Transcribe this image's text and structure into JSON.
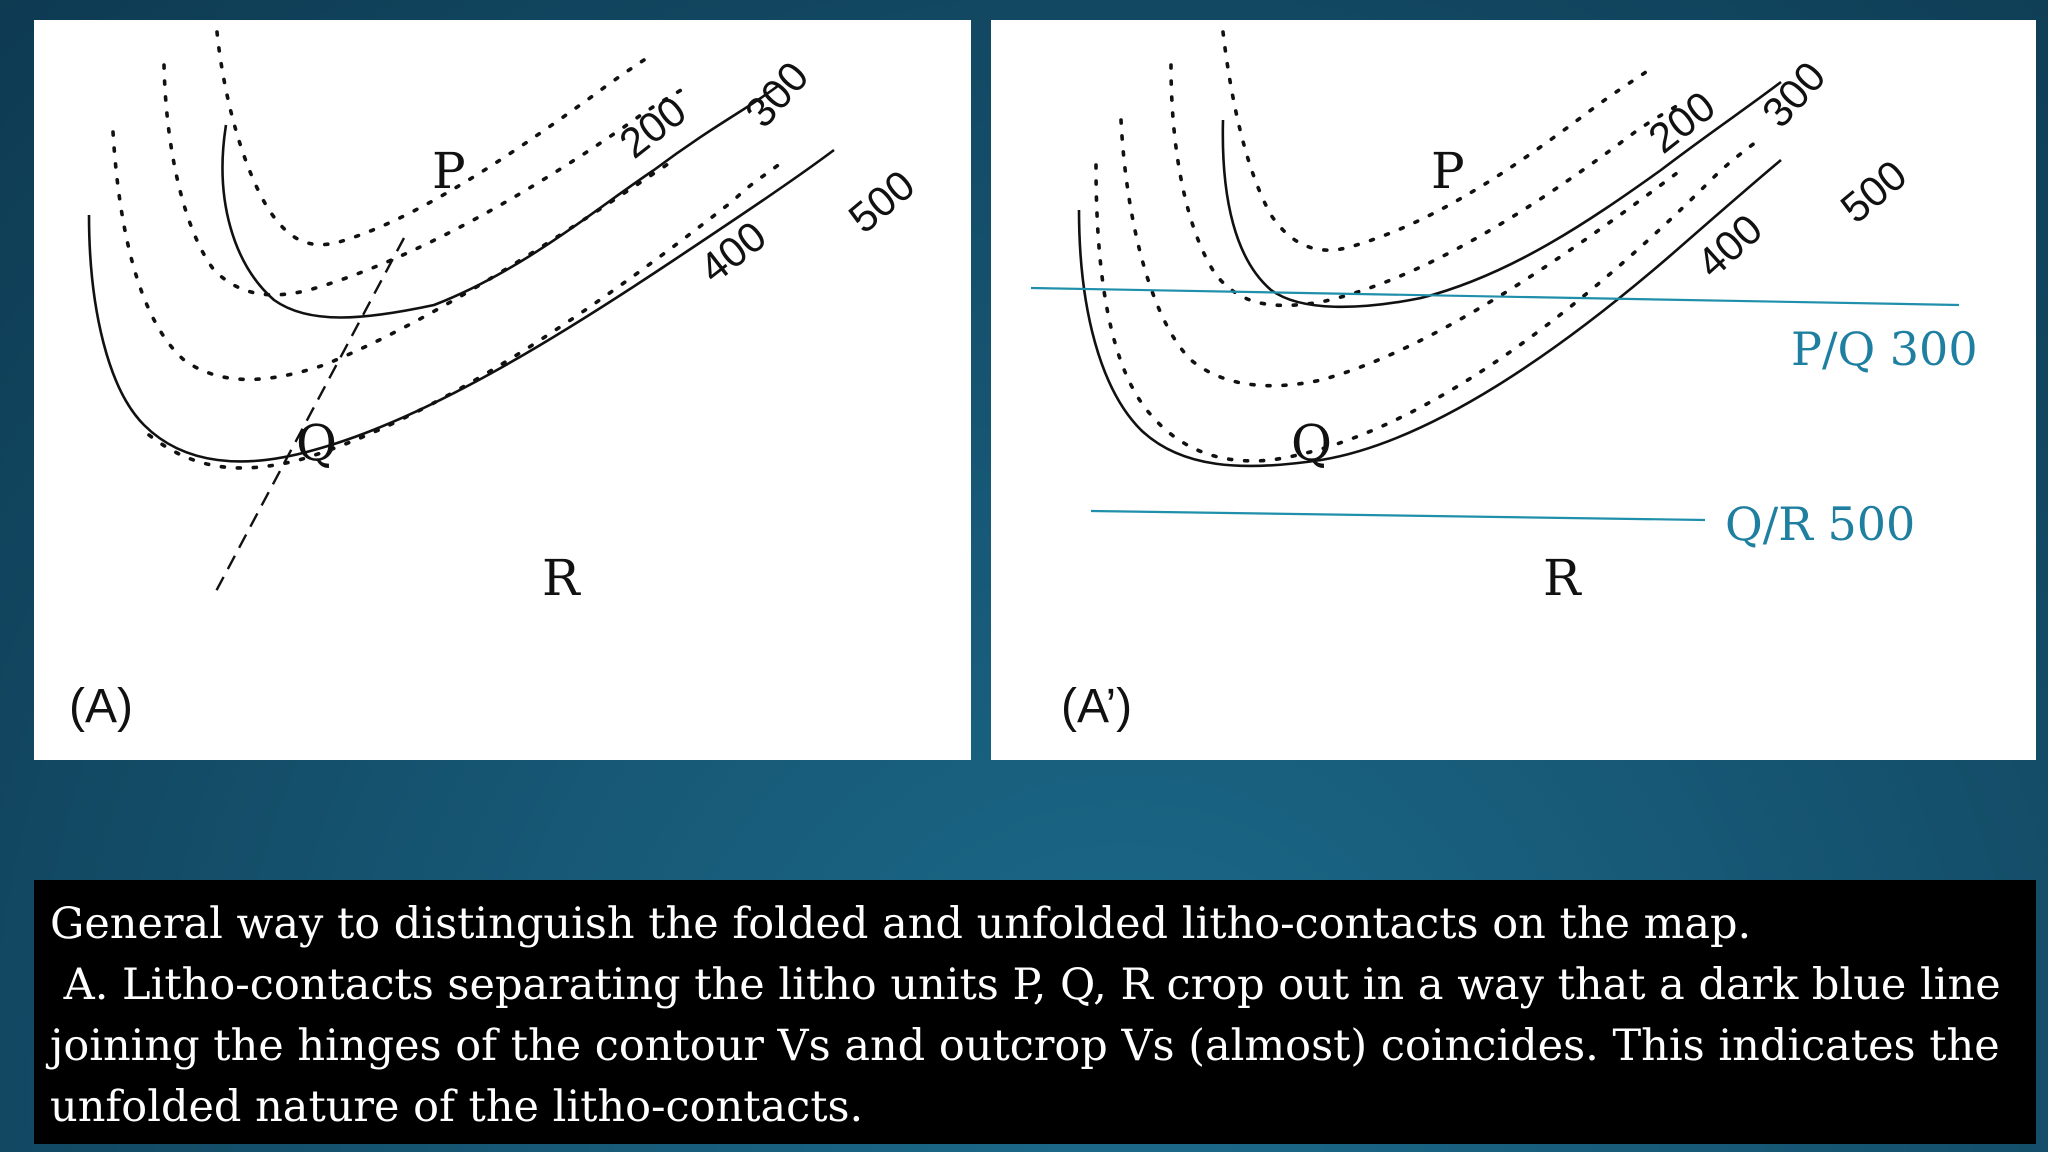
{
  "panel_a": {
    "tag": "(A)",
    "units": [
      "P",
      "Q",
      "R"
    ],
    "contours": [
      "200",
      "300",
      "400",
      "500"
    ]
  },
  "panel_b": {
    "tag": "(A’)",
    "units": [
      "P",
      "Q",
      "R"
    ],
    "contours": [
      "200",
      "300",
      "400",
      "500"
    ],
    "lines": [
      "P/Q 300",
      "Q/R 500"
    ]
  },
  "caption": {
    "lines": [
      "General way to distinguish the folded and unfolded litho-contacts on the map.",
      " A. Litho-contacts separating the litho units P, Q, R crop out in a way that a dark blue line",
      "joining the hinges of the contour Vs and outcrop Vs (almost) coincides. This indicates the",
      "unfolded nature of the litho-contacts."
    ]
  },
  "colors": {
    "blue_line": "#1f8fab",
    "background": "#145170",
    "caption_bg": "#000000"
  }
}
